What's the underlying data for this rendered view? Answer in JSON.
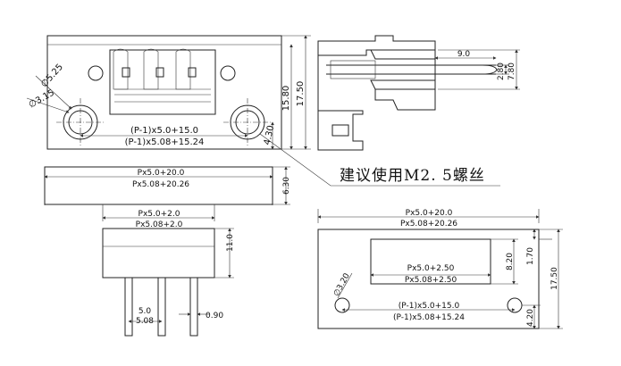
{
  "front_view": {
    "dia_outer": "∅5.25",
    "dia_inner": "∅3.15",
    "pitch_line1": "(P-1)x5.0+15.0",
    "pitch_line2": "(P-1)x5.08+15.24",
    "height_inner": "15.80",
    "height_outer": "17.50",
    "hole_offset": "4.30"
  },
  "side_view": {
    "pin_length": "9.0",
    "pin_h1": "2.80",
    "pin_h2": "7.80"
  },
  "note": "建议使用M2. 5螺丝",
  "bottom_view": {
    "width_line1": "Px5.0+20.0",
    "width_line2": "Px5.08+20.26",
    "thickness": "6.30",
    "inner_line1": "Px5.0+2.0",
    "inner_line2": "Px5.08+2.0",
    "height": "11.0",
    "pitch_a": "5.0",
    "pitch_b": "5.08",
    "pin_dia": "0.90"
  },
  "cutout_view": {
    "width_line1": "Px5.0+20.0",
    "width_line2": "Px5.08+20.26",
    "slot_line1": "Px5.0+2.50",
    "slot_line2": "Px5.08+2.50",
    "slot_h": "8.20",
    "slot_off": "1.70",
    "total_h": "17.50",
    "hole_dia": "∅3.20",
    "pitch_line1": "(P-1)x5.0+15.0",
    "pitch_line2": "(P-1)x5.08+15.24",
    "hole_off": "4.20"
  }
}
